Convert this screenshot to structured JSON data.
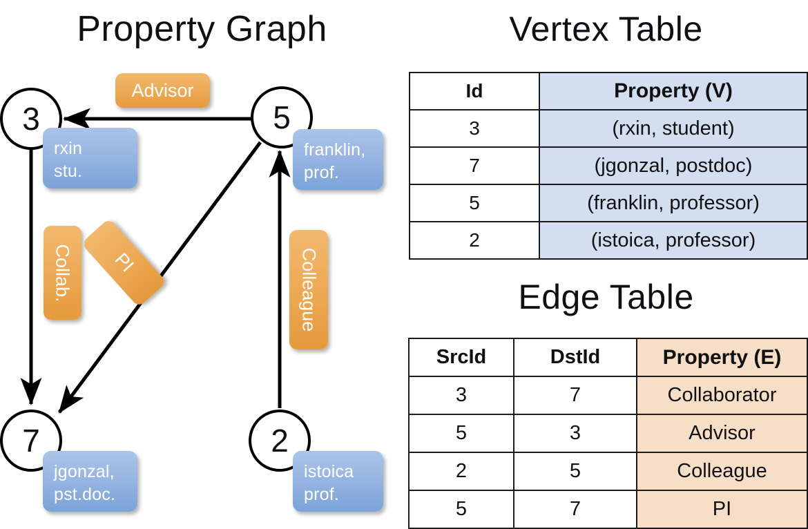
{
  "titles": {
    "property_graph": "Property Graph",
    "vertex_table": "Vertex Table",
    "edge_table": "Edge Table"
  },
  "graph": {
    "nodes": [
      {
        "id": "3",
        "property_lines": [
          "rxin",
          "stu."
        ]
      },
      {
        "id": "5",
        "property_lines": [
          "franklin,",
          "prof."
        ]
      },
      {
        "id": "7",
        "property_lines": [
          "jgonzal,",
          "pst.doc."
        ]
      },
      {
        "id": "2",
        "property_lines": [
          "istoica",
          "prof."
        ]
      }
    ],
    "node_labels": {
      "rxin_line1": "rxin",
      "rxin_line2": "stu.",
      "franklin_line1": "franklin,",
      "franklin_line2": "prof.",
      "jgonzal_line1": "jgonzal,",
      "jgonzal_line2": "pst.doc.",
      "istoica_line1": "istoica",
      "istoica_line2": "prof."
    },
    "edge_labels": {
      "advisor": "Advisor",
      "collab": "Collab.",
      "pi": "PI",
      "colleague": "Colleague"
    },
    "edges": [
      {
        "from": "5",
        "to": "3",
        "label": "Advisor"
      },
      {
        "from": "3",
        "to": "7",
        "label": "Collab."
      },
      {
        "from": "5",
        "to": "7",
        "label": "PI"
      },
      {
        "from": "2",
        "to": "5",
        "label": "Colleague"
      }
    ]
  },
  "vertex_table": {
    "headers": {
      "id": "Id",
      "property": "Property (V)"
    },
    "rows": [
      {
        "id": "3",
        "property": "(rxin, student)"
      },
      {
        "id": "7",
        "property": "(jgonzal, postdoc)"
      },
      {
        "id": "5",
        "property": "(franklin, professor)"
      },
      {
        "id": "2",
        "property": "(istoica, professor)"
      }
    ]
  },
  "edge_table": {
    "headers": {
      "src": "SrcId",
      "dst": "DstId",
      "property": "Property (E)"
    },
    "rows": [
      {
        "src": "3",
        "dst": "7",
        "property": "Collaborator"
      },
      {
        "src": "5",
        "dst": "3",
        "property": "Advisor"
      },
      {
        "src": "2",
        "dst": "5",
        "property": "Colleague"
      },
      {
        "src": "5",
        "dst": "7",
        "property": "PI"
      }
    ]
  },
  "colors": {
    "vertex_property_fill": "#d3dff0",
    "edge_property_fill": "#f6dfc6",
    "node_box_blue": "#9ab7e3",
    "edge_label_orange": "#eeab58",
    "stroke": "#000000"
  }
}
